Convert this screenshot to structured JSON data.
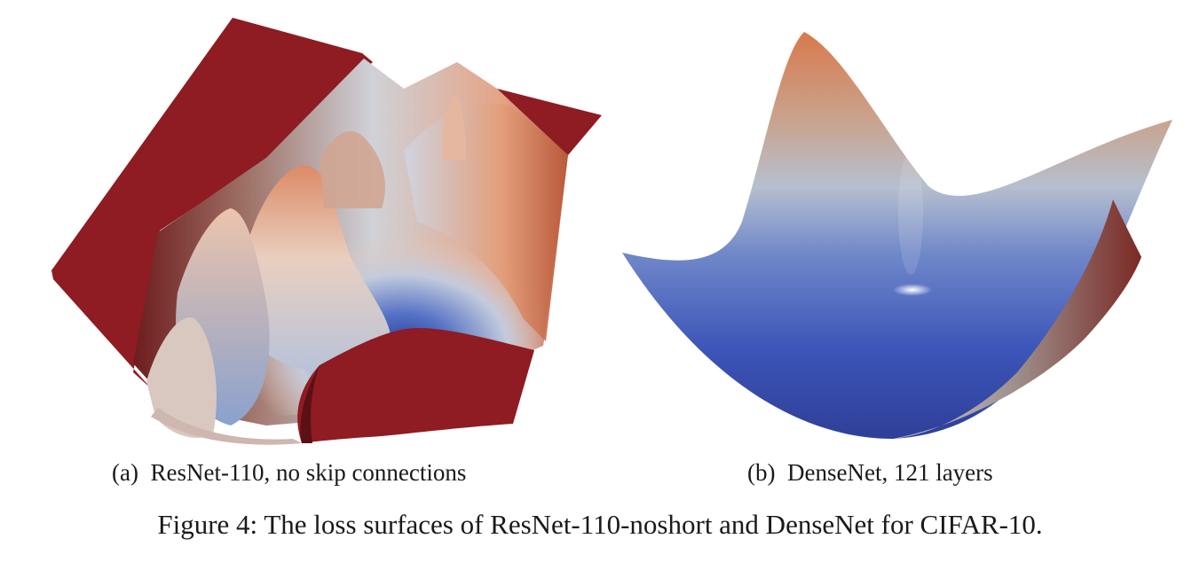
{
  "figure": {
    "number_label": "Figure 4:",
    "caption_text": "The loss surfaces of ResNet-110-noshort and DenseNet for CIFAR-10."
  },
  "panels": [
    {
      "label": "(a)",
      "title": "ResNet-110, no skip connections",
      "colors": {
        "edge": "#8e1c22",
        "low": "#3a54b8",
        "mid": "#d7dbe2",
        "high": "#d9754b"
      }
    },
    {
      "label": "(b)",
      "title": "DenseNet, 121 layers",
      "colors": {
        "edge": "#8a2a24",
        "low": "#3446b0",
        "mid": "#aab6c8",
        "high": "#d2764c"
      }
    }
  ]
}
